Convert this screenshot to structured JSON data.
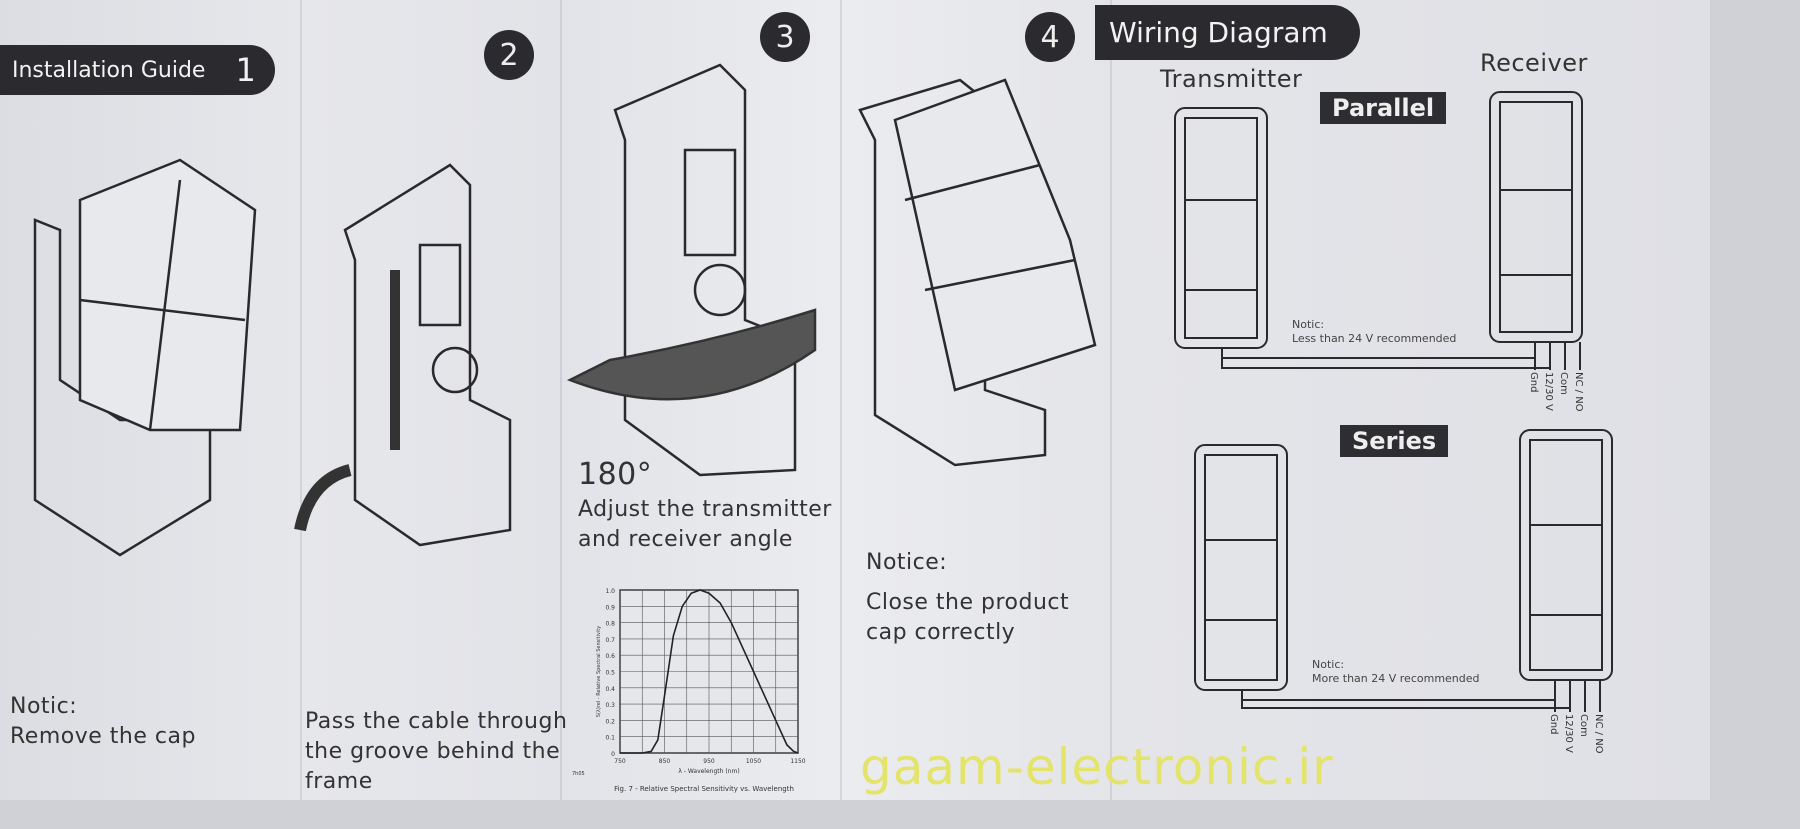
{
  "panel1": {
    "title": "Installation Guide",
    "step": "1",
    "notice_label": "Notic:",
    "notice_text": "Remove the cap"
  },
  "panel2": {
    "step": "2",
    "text_lines": [
      "Pass the cable through",
      "the groove behind the",
      "frame"
    ]
  },
  "panel3": {
    "step": "3",
    "angle": "180°",
    "text_lines": [
      "Adjust the transmitter",
      "and receiver angle"
    ]
  },
  "panel4": {
    "step": "4",
    "notice_label": "Notice:",
    "text_lines": [
      "Close the product",
      "cap correctly"
    ]
  },
  "wiring": {
    "title": "Wiring Diagram",
    "transmitter": "Transmitter",
    "receiver": "Receiver",
    "parallel": {
      "label": "Parallel",
      "notice_label": "Notic:",
      "notice_text": "Less than 24 V recommended"
    },
    "series": {
      "label": "Series",
      "notice_label": "Notic:",
      "notice_text": "More than 24 V recommended"
    },
    "terminals": [
      "Gnd",
      "12/30 V",
      "Com",
      "NC / NO"
    ]
  },
  "watermark": "gaam-electronic.ir",
  "chart_data": {
    "type": "line",
    "title": "Fig. 7 - Relative Spectral Sensitivity vs. Wavelength",
    "xlabel": "λ - Wavelength (nm)",
    "ylabel": "S(λ)rel - Relative Spectral Sensitivity",
    "corner_label": "7h05",
    "xlim": [
      750,
      1150
    ],
    "ylim": [
      0,
      1.0
    ],
    "xticks": [
      "750",
      "850",
      "950",
      "1050",
      "1150"
    ],
    "yticks": [
      "0",
      "0.1",
      "0.2",
      "0.3",
      "0.4",
      "0.5",
      "0.6",
      "0.7",
      "0.8",
      "0.9",
      "1.0"
    ],
    "grid": true,
    "series": [
      {
        "name": "sensitivity",
        "x": [
          750,
          800,
          820,
          835,
          850,
          870,
          890,
          910,
          930,
          950,
          975,
          1000,
          1025,
          1050,
          1075,
          1100,
          1125,
          1140,
          1150
        ],
        "y": [
          0,
          0,
          0.01,
          0.08,
          0.35,
          0.72,
          0.9,
          0.98,
          1.0,
          0.98,
          0.92,
          0.8,
          0.65,
          0.5,
          0.35,
          0.2,
          0.05,
          0.01,
          0
        ]
      }
    ]
  }
}
